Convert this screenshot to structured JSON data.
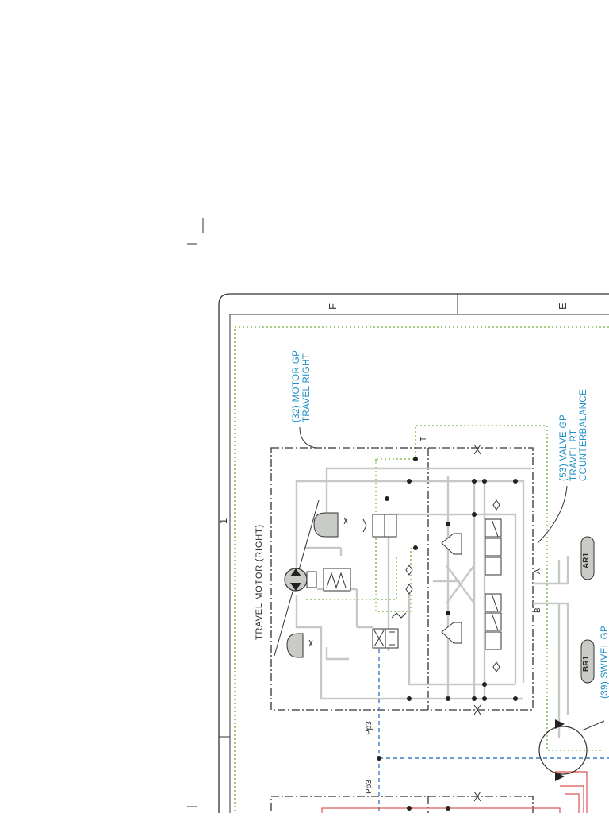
{
  "border": {
    "zones": [
      "F",
      "E"
    ],
    "row_marker": "1"
  },
  "components": {
    "motor_gp": {
      "line1": "(32) MOTOR GP",
      "line2": "TRAVEL RIGHT"
    },
    "valve_gp": {
      "line1": "(53) VALVE GP",
      "line2": "TRAVEL RT",
      "line3": "COUNTERBALANCE"
    },
    "swivel_gp": {
      "line1": "(39) SWIVEL GP"
    },
    "travel_motor": {
      "label": "TRAVEL MOTOR (RIGHT)"
    }
  },
  "ports": {
    "t": "T",
    "a": "A",
    "b": "B",
    "pp3_upper": "Pp3",
    "pp3_lower": "Pp3"
  },
  "tags": {
    "ar1": "AR1",
    "br1": "BR1"
  },
  "colors": {
    "hydraulic_line": "#c6c8c4",
    "drain_line": "#8cbf5e",
    "pilot_line": "#3a7ec0",
    "pressure_line": "#d9534f",
    "callout_text": "#1b8fc6",
    "component_fill": "#c9ccc6"
  }
}
